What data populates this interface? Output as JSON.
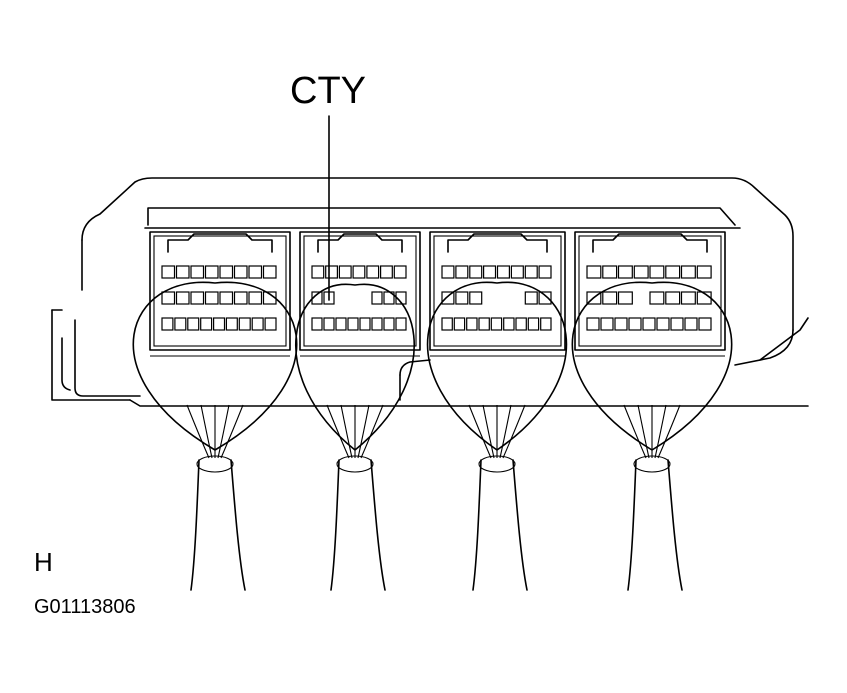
{
  "callout_label": "CTY",
  "view_letter": "H",
  "figure_code": "G01113806",
  "colors": {
    "line": "#000000",
    "background": "#ffffff"
  }
}
